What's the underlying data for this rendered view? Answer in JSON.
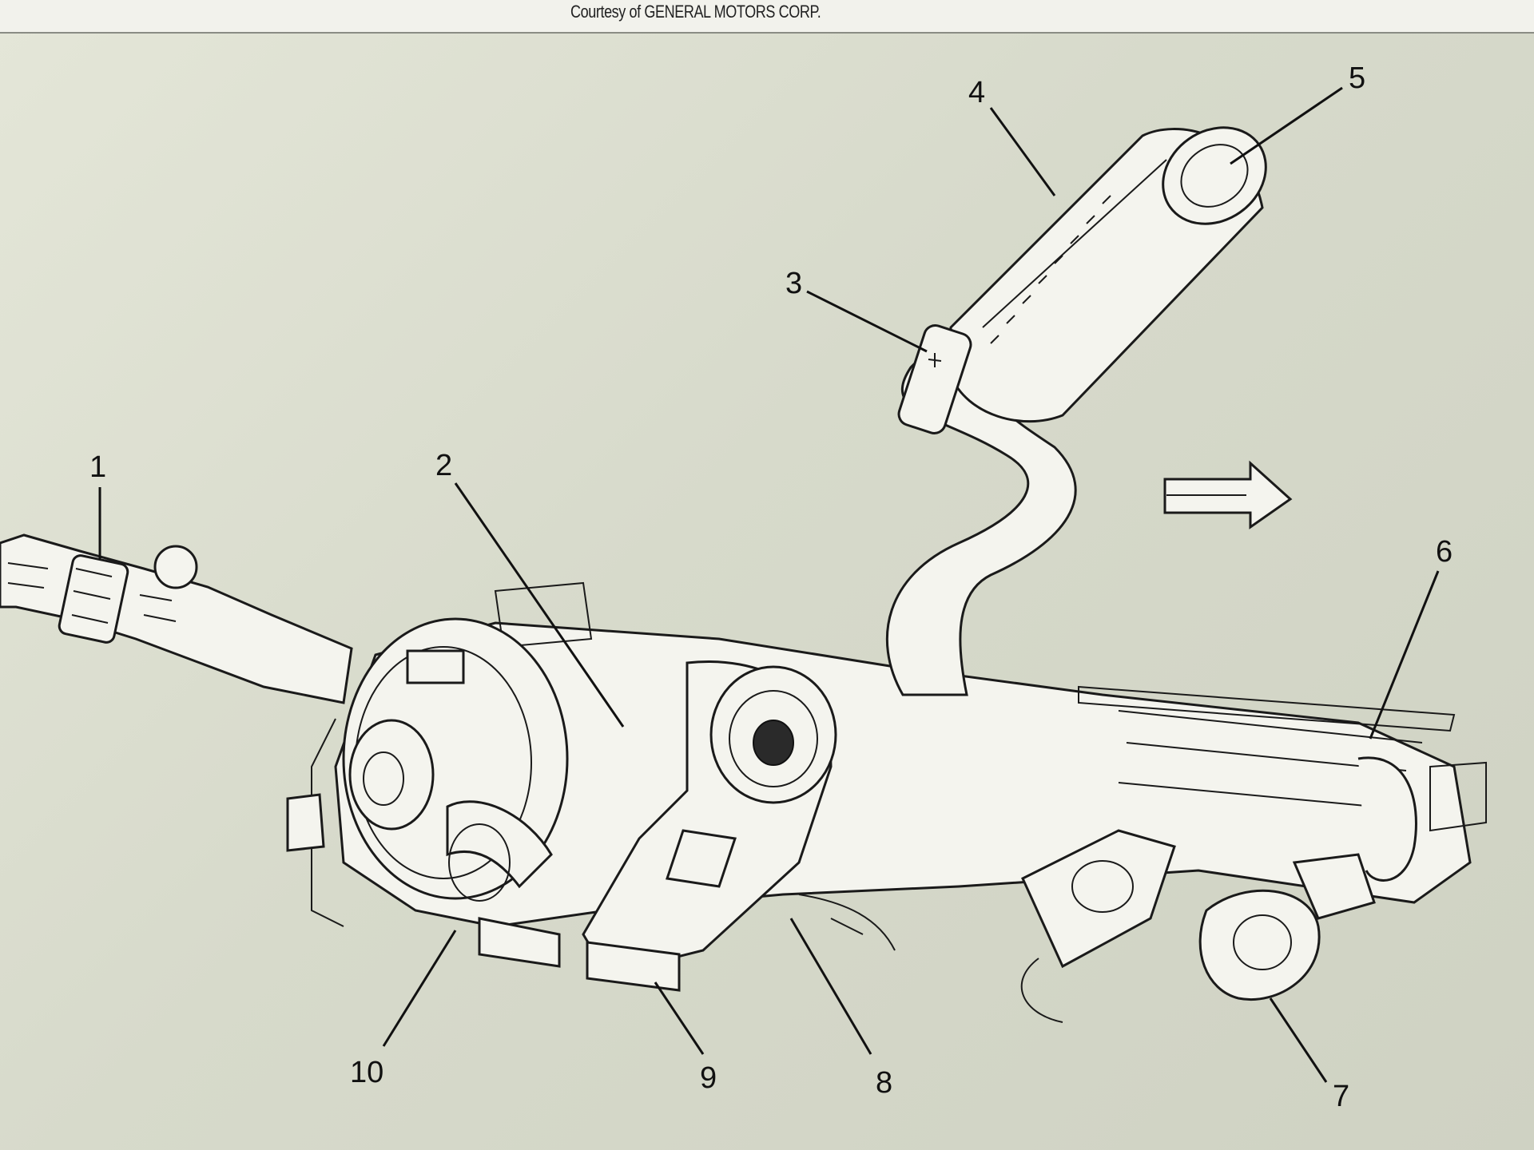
{
  "caption": "Courtesy of GENERAL MOTORS CORP.",
  "callouts": [
    {
      "id": "1",
      "label": "1"
    },
    {
      "id": "2",
      "label": "2"
    },
    {
      "id": "3",
      "label": "3"
    },
    {
      "id": "4",
      "label": "4"
    },
    {
      "id": "5",
      "label": "5"
    },
    {
      "id": "6",
      "label": "6"
    },
    {
      "id": "7",
      "label": "7"
    },
    {
      "id": "8",
      "label": "8"
    },
    {
      "id": "9",
      "label": "9"
    },
    {
      "id": "10",
      "label": "10"
    }
  ],
  "icons": [
    "direction-arrow-icon"
  ]
}
